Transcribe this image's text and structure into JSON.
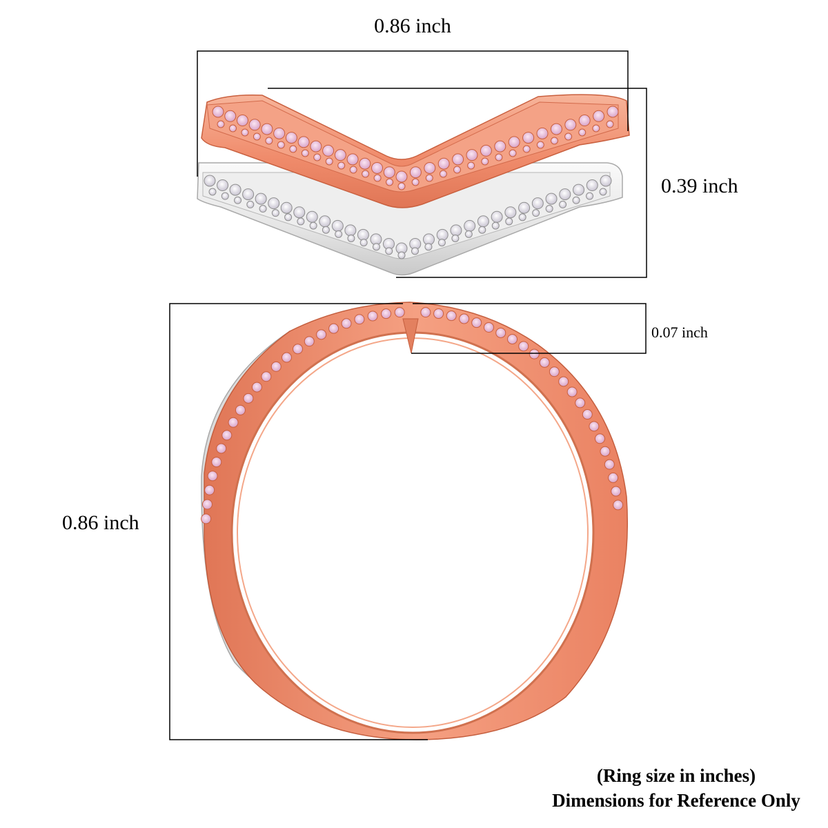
{
  "labels": {
    "top_width": "0.86 inch",
    "top_height": "0.39 inch",
    "band_thickness": "0.07 inch",
    "ring_height": "0.86 inch"
  },
  "note": {
    "line1": "(Ring size in inches)",
    "line2": "Dimensions for Reference Only"
  },
  "colors": {
    "rose_gold": "#f08c6c",
    "rose_gold_dark": "#d9694a",
    "rose_gold_light": "#f7b49a",
    "silver": "#e6e6e6",
    "silver_dark": "#b9b9b9",
    "pink_stone": "#e8b9d6",
    "white_stone": "#d6d2dd",
    "line": "#000000"
  }
}
